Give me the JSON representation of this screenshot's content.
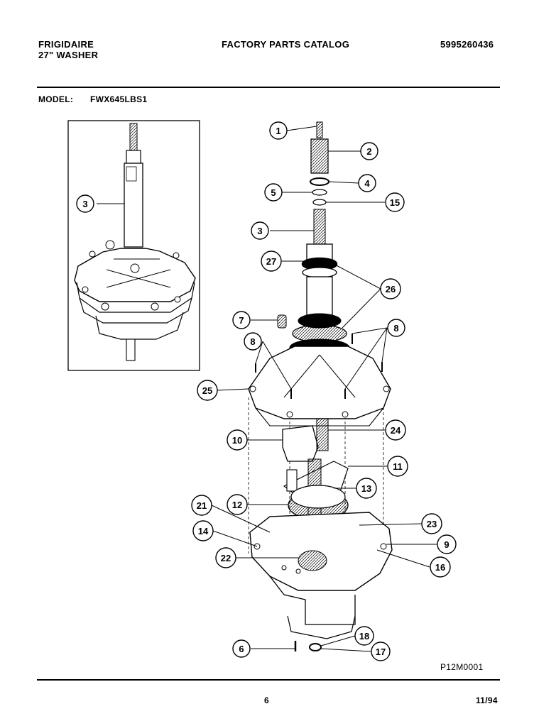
{
  "header": {
    "brand": "FRIGIDAIRE",
    "product": "27\" WASHER",
    "catalog_title": "FACTORY PARTS CATALOG",
    "catalog_number": "5995260436"
  },
  "model": {
    "label": "MODEL:",
    "value": "FWX645LBS1"
  },
  "diagram": {
    "inset_callout": "3",
    "callouts": [
      "1",
      "2",
      "4",
      "5",
      "15",
      "3",
      "27",
      "26",
      "7",
      "8",
      "8",
      "25",
      "10",
      "24",
      "11",
      "13",
      "12",
      "21",
      "23",
      "14",
      "9",
      "22",
      "16",
      "6",
      "18",
      "17"
    ],
    "figure_code": "P12M0001"
  },
  "footer": {
    "page_number": "6",
    "date": "11/94"
  }
}
